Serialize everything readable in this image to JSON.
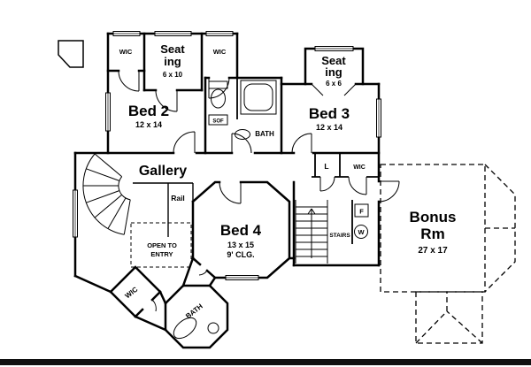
{
  "rooms": {
    "bed2": {
      "name": "Bed 2",
      "dims": "12 x 14"
    },
    "bed3": {
      "name": "Bed 3",
      "dims": "12 x 14"
    },
    "bed4": {
      "name": "Bed 4",
      "dims": "13 x 15",
      "ceiling": "9' CLG."
    },
    "seating_left": {
      "line1": "Seat",
      "line2": "ing",
      "dims": "6 x 10"
    },
    "seating_right": {
      "line1": "Seat",
      "line2": "ing",
      "dims": "6 x 6"
    },
    "bonus": {
      "line1": "Bonus",
      "line2": "Rm",
      "dims": "27 x 17"
    },
    "gallery": {
      "name": "Gallery"
    }
  },
  "labels": {
    "wic_top_left": "WIC",
    "wic_top_right": "WIC",
    "wic_hall": "WIC",
    "wic_lower": "WIC",
    "bath_upper": "BATH",
    "bath_lower": "BATH",
    "linen": "L",
    "furnace": "F",
    "washer": "W",
    "stairs": "STAIRS",
    "rail": "Rail",
    "open_to_entry_line1": "OPEN TO",
    "open_to_entry_line2": "ENTRY",
    "soffit": "SOF"
  }
}
